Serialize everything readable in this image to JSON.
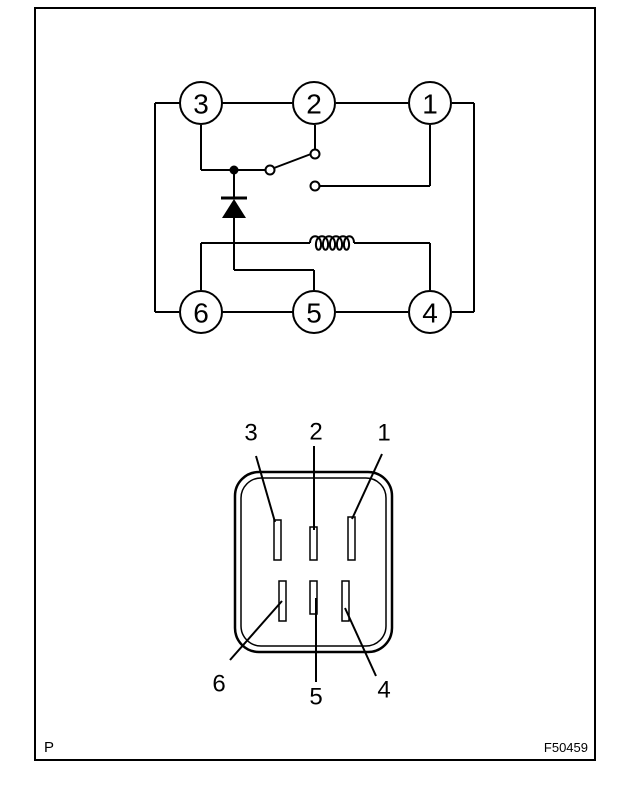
{
  "schematic": {
    "terminals": [
      {
        "id": "t3",
        "label": "3"
      },
      {
        "id": "t2",
        "label": "2"
      },
      {
        "id": "t1",
        "label": "1"
      },
      {
        "id": "t6",
        "label": "6"
      },
      {
        "id": "t5",
        "label": "5"
      },
      {
        "id": "t4",
        "label": "4"
      }
    ]
  },
  "connector": {
    "pin_labels": {
      "p3": "3",
      "p2": "2",
      "p1": "1",
      "p6": "6",
      "p5": "5",
      "p4": "4"
    }
  },
  "footer": {
    "corner_mark": "P",
    "figure_id": "F50459"
  }
}
